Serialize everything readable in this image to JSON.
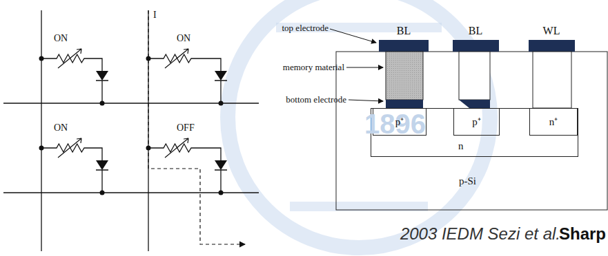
{
  "diagram": {
    "caption": "2003 IEDM Sezi et al.",
    "nodes": [
      {
        "text": [
          "p-Si"
        ]
      },
      {
        "text": [
          "n"
        ],
        "in": 0
      },
      {
        "text": [
          "p⁺"
        ],
        "in": 1
      },
      {
        "text": [
          "p⁺"
        ],
        "in": 1
      },
      {
        "text": [
          "n⁺"
        ],
        "in": 1
      }
    ],
    "labels": [
      "ON",
      "ON",
      "ON",
      "OFF",
      "I",
      "BL",
      "BL",
      "WL",
      "top electrode",
      "memory material",
      "bottom electrode",
      "1896",
      "Sharp"
    ]
  }
}
